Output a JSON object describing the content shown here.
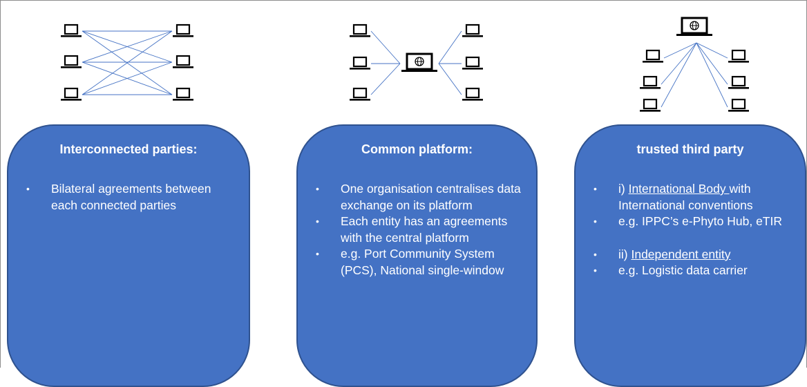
{
  "colors": {
    "panel_fill": "#4472c4",
    "panel_border": "#2f528f",
    "connector_line": "#4472c4",
    "laptop_icon": "#000000",
    "text": "#ffffff"
  },
  "icons": {
    "laptop": "laptop-icon",
    "globe_laptop": "globe-laptop-icon"
  },
  "panels": [
    {
      "title": "Interconnected parties:",
      "items": [
        "Bilateral agreements between each connected parties"
      ]
    },
    {
      "title": "Common platform:",
      "items": [
        "One organisation centralises data exchange on its platform",
        "Each entity has an agreements with the central platform",
        "e.g. Port Community System (PCS), National single-window"
      ]
    },
    {
      "title": "trusted third party",
      "item1_prefix": "i) ",
      "item1_link": "International Body ",
      "item1_suffix": "with International conventions",
      "item2": "e.g. IPPC’s e-Phyto Hub, eTIR",
      "item3_prefix": "ii) ",
      "item3_link": "Independent  entity",
      "item4": "e.g. Logistic data carrier"
    }
  ]
}
